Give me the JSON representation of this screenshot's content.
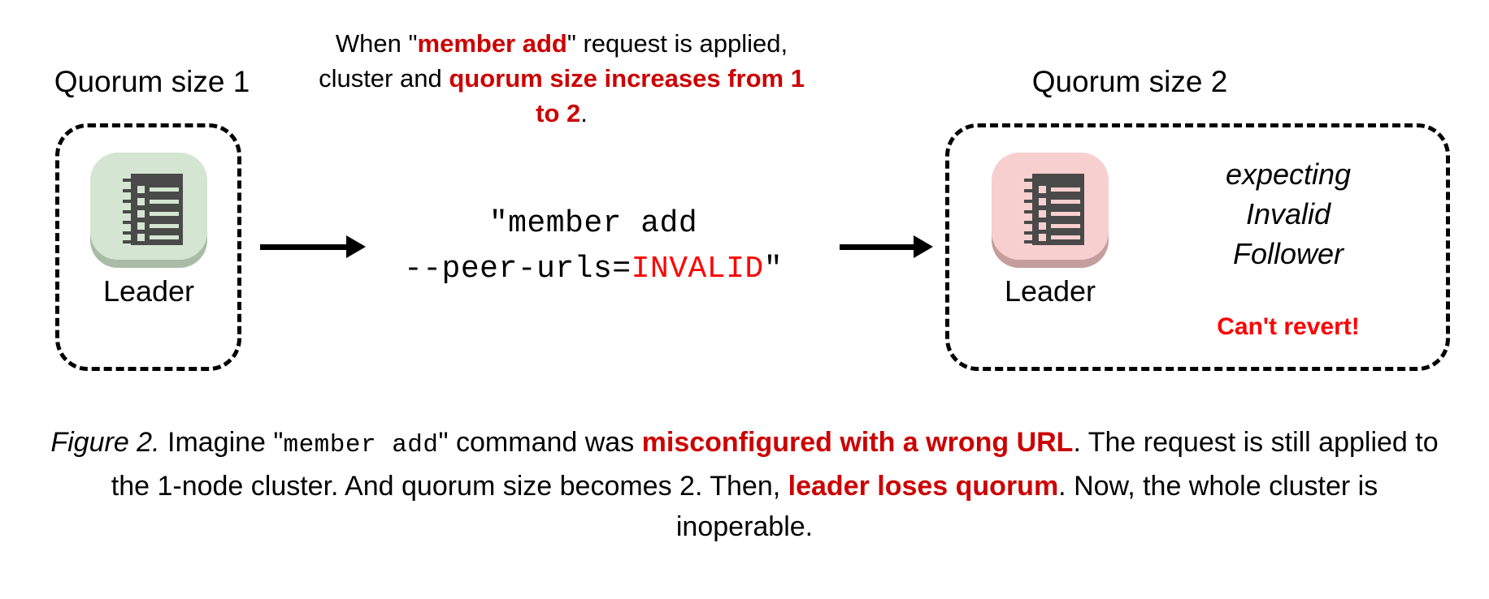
{
  "figure": {
    "top_annotation": {
      "segments": [
        {
          "text": "When \"",
          "style": "plain"
        },
        {
          "text": "member add",
          "style": "red-bold"
        },
        {
          "text": "\" request is applied, cluster and ",
          "style": "plain"
        },
        {
          "text": "quorum size increases from 1 to 2",
          "style": "red-bold"
        },
        {
          "text": ".",
          "style": "plain"
        }
      ],
      "plain_text": "When \"member add\" request is applied, cluster and quorum size increases from 1 to 2."
    },
    "left_cluster": {
      "title": "Quorum size 1",
      "node_label": "Leader",
      "node_icon": "ledger-node-icon",
      "tile_color": "#d4e6d1",
      "tile_shadow_color": "#a9bda6",
      "glyph_color": "#4a4a4a"
    },
    "right_cluster": {
      "title": "Quorum size 2",
      "node_label": "Leader",
      "node_icon": "ledger-node-icon",
      "tile_color": "#f8cfcf",
      "tile_shadow_color": "#c49d9d",
      "glyph_color": "#4a4a4a",
      "expecting_lines": [
        "expecting",
        "Invalid",
        "Follower"
      ],
      "warning": "Can't revert!",
      "warning_color": "#fe0000"
    },
    "command": {
      "line1": "\"member add",
      "line2_prefix": "--peer-urls=",
      "line2_value": "INVALID",
      "line2_suffix": "\"",
      "value_color": "#fe0000",
      "full_text": "\"member add --peer-urls=INVALID\""
    },
    "arrows": {
      "left_arrow": "arrow-right-icon",
      "right_arrow": "arrow-right-icon"
    },
    "caption": {
      "label": "Figure 2.",
      "segments": [
        {
          "text": "Figure 2.",
          "style": "italic"
        },
        {
          "text": " Imagine \"",
          "style": "plain"
        },
        {
          "text": "member add",
          "style": "mono"
        },
        {
          "text": "\" command was ",
          "style": "plain"
        },
        {
          "text": "misconfigured with a wrong URL",
          "style": "red-bold"
        },
        {
          "text": ". The request is still applied to the 1-node cluster. And quorum size becomes 2. Then, ",
          "style": "plain"
        },
        {
          "text": "leader loses quorum",
          "style": "red-bold"
        },
        {
          "text": ". Now, the whole cluster is inoperable.",
          "style": "plain"
        }
      ],
      "plain_text": "Figure 2. Imagine \"member add\" command was misconfigured with a wrong URL. The request is still applied to the 1-node cluster. And quorum size becomes 2. Then, leader loses quorum. Now, the whole cluster is inoperable."
    },
    "colors": {
      "dark_red": "#cc0000",
      "pure_red": "#fe0000",
      "text": "#000000",
      "background": "#ffffff"
    }
  }
}
